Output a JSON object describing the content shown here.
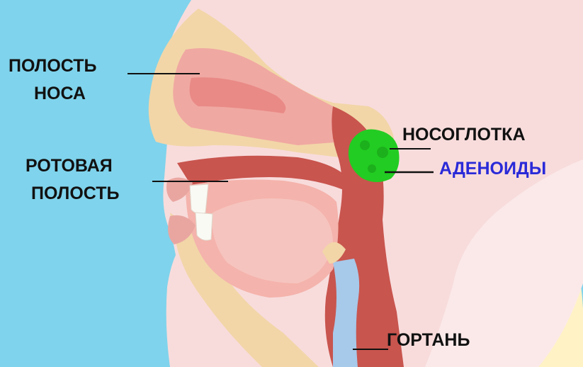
{
  "labels": {
    "nasal_cavity_line1": "ПОЛОСТЬ",
    "nasal_cavity_line2": "НОСА",
    "oral_cavity_line1": "РОТОВАЯ",
    "oral_cavity_line2": "ПОЛОСТЬ",
    "nasopharynx": "НОСОГЛОТКА",
    "adenoids": "АДЕНОИДЫ",
    "larynx": "ГОРТАНЬ"
  },
  "colors": {
    "background": "#7fd3ec",
    "skin": "#f8dcdc",
    "bone": "#f2d6a8",
    "mucosa": "#c8554e",
    "nasal_cavity": "#f0a8a2",
    "adenoids": "#22cc22",
    "adenoids_label": "#2a2ad8",
    "label_text": "#111111"
  }
}
